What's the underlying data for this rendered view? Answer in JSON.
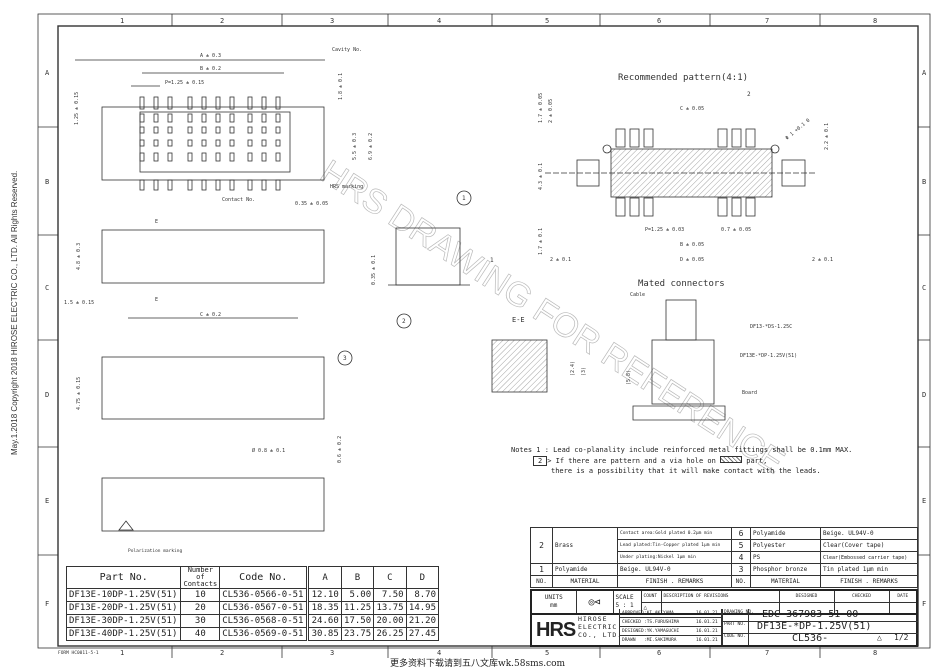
{
  "border": {
    "columns": [
      "1",
      "2",
      "3",
      "4",
      "5",
      "6",
      "7",
      "8"
    ],
    "rows": [
      "A",
      "B",
      "C",
      "D",
      "E",
      "F"
    ],
    "copyright": "May.1.2018  Copyright 2018 HIROSE ELECTRIC CO., LTD. All Rights Reserved.",
    "form": "FORM HC0011-5-1",
    "footer": "更多资料下载请到五八文库wk.58sms.com"
  },
  "watermark": "HRS DRAWING FOR REFERENCE",
  "top_view": {
    "dims": [
      "A ± 0.3",
      "B ± 0.2",
      "P=1.25 ± 0.15",
      "1.25 ± 0.15",
      "1.8 ± 0.1",
      "5.5 ± 0.3",
      "6.9 ± 0.2",
      "0.35 ± 0.05"
    ],
    "callouts": [
      "Cavity No.",
      "HRS marking",
      "Contact No."
    ]
  },
  "side_view": {
    "dims": [
      "4.8 ± 0.3",
      "1.5 ± 0.15",
      "C ± 0.2"
    ],
    "section": "E"
  },
  "end_view": {
    "dims": [
      "0.35 ± 0.1"
    ],
    "balloons": [
      "1",
      "2"
    ],
    "note_flag": "1"
  },
  "bottom_view": {
    "dims": [
      "4.75 ± 0.15"
    ],
    "balloon": "3"
  },
  "rear_view": {
    "dims": [
      "Ø 0.8 ± 0.1",
      "0.6 ± 0.2"
    ],
    "callout": "Polarization marking"
  },
  "pattern": {
    "title": "Recommended pattern(4:1)",
    "flag": "2",
    "dims": [
      "C ± 0.05",
      "1.7 ± 0.05",
      "2 ± 0.05",
      "4.3 ± 0.1",
      "1.7 ± 0.1",
      "Φ 1 +0.1 0",
      "2.2 ± 0.1",
      "P=1.25 ± 0.03",
      "0.7 ± 0.05",
      "B ± 0.05",
      "D ± 0.05",
      "2 ± 0.1",
      "2 ± 0.1"
    ]
  },
  "section_ee": {
    "title": "E-E",
    "dims": [
      "(2.4)",
      "(3)"
    ]
  },
  "mated": {
    "title": "Mated connectors",
    "labels": [
      "Cable",
      "DF13-*DS-1.25C",
      "DF13E-*DP-1.25V(51)",
      "Board"
    ],
    "dim": "(5.8)"
  },
  "notes": {
    "prefix": "Notes 1 :",
    "line1": "Lead co-planality include reinforced metal fittings shall be 0.1mm MAX.",
    "flag": "2",
    "line2a": "If there are pattern and a via hole on",
    "line2b": "part,",
    "line3": "there is a possibility that it will make contact with the leads."
  },
  "part_table": {
    "headers": [
      "Part No.",
      "Number of Contacts",
      "Code No.",
      "A",
      "B",
      "C",
      "D"
    ],
    "rows": [
      [
        "DF13E-10DP-1.25V(51)",
        "10",
        "CL536-0566-0-51",
        "12.10",
        "5.00",
        "7.50",
        "8.70"
      ],
      [
        "DF13E-20DP-1.25V(51)",
        "20",
        "CL536-0567-0-51",
        "18.35",
        "11.25",
        "13.75",
        "14.95"
      ],
      [
        "DF13E-30DP-1.25V(51)",
        "30",
        "CL536-0568-0-51",
        "24.60",
        "17.50",
        "20.00",
        "21.20"
      ],
      [
        "DF13E-40DP-1.25V(51)",
        "40",
        "CL536-0569-0-51",
        "30.85",
        "23.75",
        "26.25",
        "27.45"
      ]
    ]
  },
  "materials": {
    "header": [
      "NO.",
      "MATERIAL",
      "FINISH . REMARKS",
      "NO.",
      "MATERIAL",
      "FINISH . REMARKS"
    ],
    "item2": {
      "no": "2",
      "material": "Brass",
      "finish": [
        "Contact area:Gold plated 0.2μm min",
        "Lead plated:Tin-Copper plated 1μm min",
        "Under plating:Nickel 1μm min"
      ]
    },
    "item1": {
      "no": "1",
      "material": "Polyamide",
      "finish": "Beige. UL94V-0"
    },
    "right": [
      {
        "no": "6",
        "material": "Polyamide",
        "finish": "Beige. UL94V-0"
      },
      {
        "no": "5",
        "material": "Polyester",
        "finish": "Clear(Cover tape)"
      },
      {
        "no": "4",
        "material": "PS",
        "finish": "Clear(Embossed carrier tape)"
      },
      {
        "no": "3",
        "material": "Phosphor bronze",
        "finish": "Tin plated 1μm min"
      }
    ]
  },
  "title_block": {
    "units_label": "UNITS",
    "units": "mm",
    "scale_label": "SCALE",
    "scale": "5 : 1",
    "rev_headers": [
      "COUNT",
      "DESCRIPTION OF REVISIONS",
      "DESIGNED",
      "CHECKED",
      "DATE"
    ],
    "logo": "HRS",
    "company": [
      "HIROSE",
      "ELECTRIC",
      "CO., LTD."
    ],
    "approvals": [
      {
        "role": "APPROVED",
        "name": ":KI.AKIYAMA",
        "date": "16.01.21"
      },
      {
        "role": "CHECKED",
        "name": ":TS.FURUSHIMA",
        "date": "16.01.21"
      },
      {
        "role": "DESIGNED",
        "name": ":YK.YAMAGUCHI",
        "date": "16.01.21"
      },
      {
        "role": "DRAWN",
        "name": ":MI.SAKIMURA",
        "date": "16.01.21"
      }
    ],
    "drawing_no_label": "DRAWING NO.",
    "drawing_no": "EDC-367983-51-00",
    "part_no_label": "PART NO.",
    "part_no": "DF13E-*DP-1.25V(51)",
    "code_no_label": "CODE NO.",
    "code_no": "CL536-",
    "sheet": "1/2"
  }
}
